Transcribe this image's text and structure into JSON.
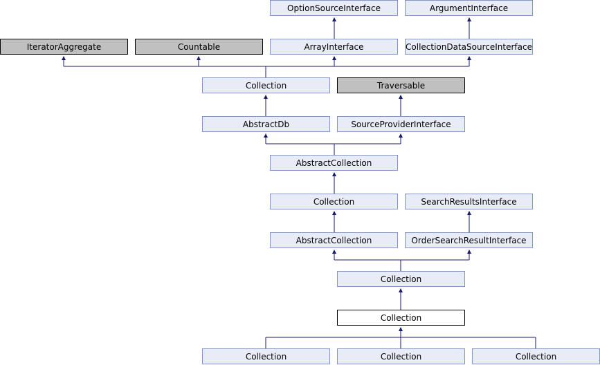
{
  "colors": {
    "edge": "#191970",
    "node_fill": "#e8ecf6",
    "node_border": "#8296c8",
    "external_fill": "#c0c0c0",
    "current_fill": "#ffffff"
  },
  "nodes": {
    "option_source_interface": "OptionSourceInterface",
    "argument_interface": "ArgumentInterface",
    "iterator_aggregate": "IteratorAggregate",
    "countable": "Countable",
    "array_interface": "ArrayInterface",
    "collection_data_source_interface": "CollectionDataSourceInterface",
    "collection_data": "Collection",
    "traversable": "Traversable",
    "abstract_db": "AbstractDb",
    "source_provider_interface": "SourceProviderInterface",
    "abstract_collection_model": "AbstractCollection",
    "collection_model": "Collection",
    "search_results_interface": "SearchResultsInterface",
    "abstract_collection_order": "AbstractCollection",
    "order_search_result_interface": "OrderSearchResultInterface",
    "collection_order": "Collection",
    "collection_current": "Collection",
    "collection_child_1": "Collection",
    "collection_child_2": "Collection",
    "collection_child_3": "Collection"
  }
}
